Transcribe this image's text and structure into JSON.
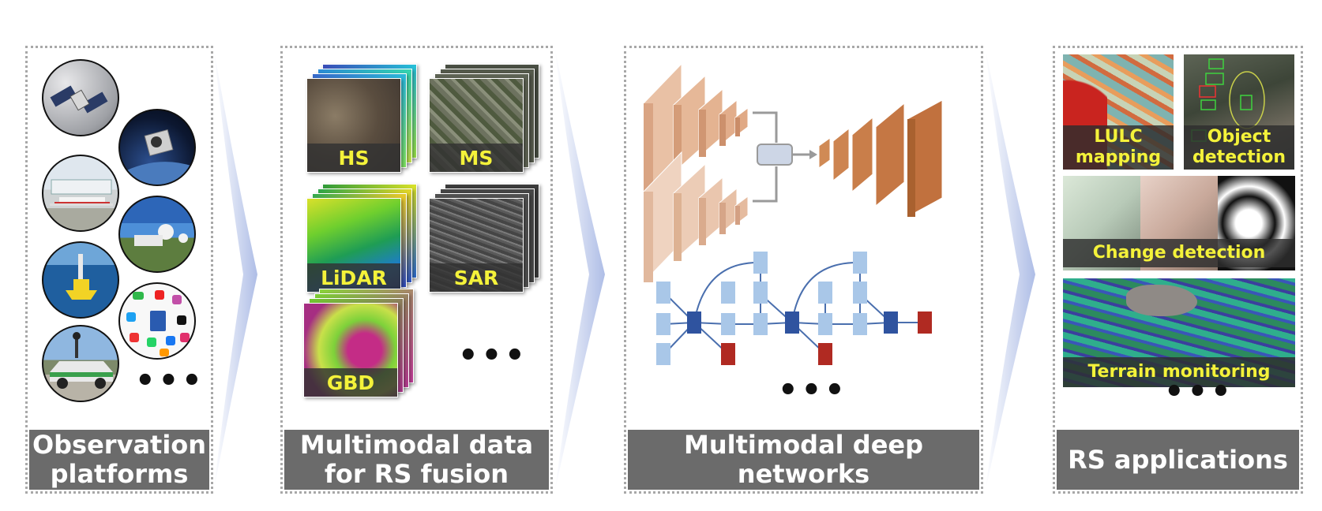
{
  "panels": {
    "platforms": {
      "title": "Observation platforms"
    },
    "data": {
      "title": "Multimodal data for RS fusion"
    },
    "networks": {
      "title": "Multimodal deep networks"
    },
    "applications": {
      "title": "RS applications"
    }
  },
  "platforms": {
    "items": [
      "satellite",
      "spacecraft",
      "aircraft",
      "ground-station",
      "ocean-buoy",
      "social-media",
      "street-view-car"
    ],
    "more": "•••"
  },
  "modalities": {
    "hs": "HS",
    "ms": "MS",
    "lidar": "LiDAR",
    "sar": "SAR",
    "gbd": "GBD",
    "more": "•••"
  },
  "networks": {
    "more": "•••"
  },
  "applications": {
    "lulc": "LULC mapping",
    "object": "Object detection",
    "change": "Change detection",
    "terrain": "Terrain monitoring",
    "more": "•••"
  },
  "colors": {
    "panel_title_bg": "#6b6b6b",
    "label_text": "#f4f23a",
    "arrow": "#b7c4e6",
    "encoder": "#dfae8e",
    "decoder": "#c8773f",
    "graph_node": "#a9c7e8",
    "graph_hub": "#2f539f",
    "graph_output": "#b02a22"
  }
}
